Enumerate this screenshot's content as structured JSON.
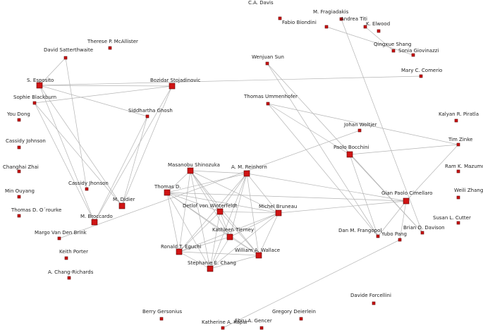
{
  "colors": {
    "node": "#d01414",
    "node_border": "#5a0000",
    "edge": "#b4b4b4",
    "label": "#222222",
    "background": "#ffffff"
  },
  "nodes": [
    {
      "id": "cad",
      "label": "C.A. Davis",
      "size": "s"
    },
    {
      "id": "mfr",
      "label": "M. Fragiadakis",
      "size": "s"
    },
    {
      "id": "fbi",
      "label": "Fabio Biondini",
      "size": "s"
    },
    {
      "id": "ati",
      "label": "Andrea Titi",
      "size": "s"
    },
    {
      "id": "kel",
      "label": "K. Elwood",
      "size": "s"
    },
    {
      "id": "qsh",
      "label": "Qingxue Shang",
      "size": "s"
    },
    {
      "id": "sgl",
      "label": "Sonia Giovinazzi",
      "size": "s"
    },
    {
      "id": "tmc",
      "label": "Therese P. McAllister",
      "size": "s"
    },
    {
      "id": "dsa",
      "label": "David Satterthwaite",
      "size": "s"
    },
    {
      "id": "wsu",
      "label": "Wenjuan Sun",
      "size": "s"
    },
    {
      "id": "mco",
      "label": "Mary C. Comerio",
      "size": "s"
    },
    {
      "id": "ses",
      "label": "S. Esposito",
      "size": "m"
    },
    {
      "id": "bst",
      "label": "Bozidar Stojadinovic",
      "size": "m"
    },
    {
      "id": "sbl",
      "label": "Sophie Blackburn",
      "size": "s"
    },
    {
      "id": "tum",
      "label": "Thomas Ummenhofer",
      "size": "s"
    },
    {
      "id": "ydo",
      "label": "You Dong",
      "size": "s"
    },
    {
      "id": "sgh",
      "label": "Siddhartha Ghosh",
      "size": "s"
    },
    {
      "id": "kpi",
      "label": "Kalyan R. Piratla",
      "size": "s"
    },
    {
      "id": "jwo",
      "label": "Johan Woltjer",
      "size": "s"
    },
    {
      "id": "cjo",
      "label": "Cassidy Johnson",
      "size": "s"
    },
    {
      "id": "tzi",
      "label": "Tim Zinke",
      "size": "s"
    },
    {
      "id": "pbo",
      "label": "Paolo Bocchini",
      "size": "m"
    },
    {
      "id": "rma",
      "label": "Ram K. Mazumder",
      "size": "s"
    },
    {
      "id": "msh",
      "label": "Masanobu Shinozuka",
      "size": "m"
    },
    {
      "id": "ame",
      "label": "A. M. Reinhorn",
      "size": "m"
    },
    {
      "id": "czh",
      "label": "Changhai Zhai",
      "size": "s"
    },
    {
      "id": "cjh",
      "label": "Cassidy Jhonson",
      "size": "s"
    },
    {
      "id": "wzh",
      "label": "Weili Zhang",
      "size": "s"
    },
    {
      "id": "myo",
      "label": "Min Ouyang",
      "size": "s"
    },
    {
      "id": "thd",
      "label": "Thomas D.",
      "size": "m"
    },
    {
      "id": "gpc",
      "label": "Gian Paolo Cimellaro",
      "size": "m"
    },
    {
      "id": "mdi",
      "label": "M. Didier",
      "size": "m"
    },
    {
      "id": "dvw",
      "label": "Detlof von Winterfeldt",
      "size": "m"
    },
    {
      "id": "tor",
      "label": "Thomas D. O´rourke",
      "size": "s"
    },
    {
      "id": "mbr",
      "label": "Michel Bruneau",
      "size": "m"
    },
    {
      "id": "mbo",
      "label": "M. Broccardo",
      "size": "m"
    },
    {
      "id": "slc",
      "label": "Susan L. Cutter",
      "size": "s"
    },
    {
      "id": "mvb",
      "label": "Margo Van Den Brink",
      "size": "s"
    },
    {
      "id": "kti",
      "label": "Kathleen Tierney",
      "size": "m"
    },
    {
      "id": "dmf",
      "label": "Dan M. Frangopol",
      "size": "s"
    },
    {
      "id": "bdd",
      "label": "Brian D. Davison",
      "size": "s"
    },
    {
      "id": "ypa",
      "label": "Yubo Pang",
      "size": "s"
    },
    {
      "id": "kpo",
      "label": "Keith Porter",
      "size": "s"
    },
    {
      "id": "reg",
      "label": "Ronald T. Eguchi",
      "size": "m"
    },
    {
      "id": "wwa",
      "label": "William A. Wallace",
      "size": "m"
    },
    {
      "id": "sch",
      "label": "Stephanie E. Chang",
      "size": "m"
    },
    {
      "id": "acr",
      "label": "A. Chang-Richards",
      "size": "s"
    },
    {
      "id": "dfo",
      "label": "Davide Forcellini",
      "size": "s"
    },
    {
      "id": "bge",
      "label": "Berry Gersonius",
      "size": "s"
    },
    {
      "id": "gde",
      "label": "Gregory Deierlein",
      "size": "s"
    },
    {
      "id": "kap",
      "label": "Katherine A. Kapur",
      "size": "s"
    },
    {
      "id": "cag",
      "label": "Ebru A. Gencer",
      "size": "s"
    }
  ],
  "edges": [
    [
      "fbi",
      "sgl"
    ],
    [
      "mfr",
      "bdd"
    ],
    [
      "ati",
      "qsh"
    ],
    [
      "wsu",
      "dmf"
    ],
    [
      "wsu",
      "bdd"
    ],
    [
      "ses",
      "mco"
    ],
    [
      "ses",
      "bst"
    ],
    [
      "ses",
      "sgh"
    ],
    [
      "ses",
      "mbo"
    ],
    [
      "ses",
      "mdi"
    ],
    [
      "ses",
      "dsa"
    ],
    [
      "sbl",
      "bst"
    ],
    [
      "sbl",
      "mbo"
    ],
    [
      "sbl",
      "mdi"
    ],
    [
      "dsa",
      "cjh"
    ],
    [
      "bst",
      "mbo"
    ],
    [
      "bst",
      "mdi"
    ],
    [
      "sgh",
      "mbo"
    ],
    [
      "sgh",
      "mdi"
    ],
    [
      "tum",
      "tzi"
    ],
    [
      "tum",
      "pbo"
    ],
    [
      "tum",
      "dmf"
    ],
    [
      "tzi",
      "pbo"
    ],
    [
      "tzi",
      "gpc"
    ],
    [
      "jwo",
      "mvb"
    ],
    [
      "pbo",
      "dmf"
    ],
    [
      "pbo",
      "bdd"
    ],
    [
      "msh",
      "ame"
    ],
    [
      "msh",
      "thd"
    ],
    [
      "msh",
      "dvw"
    ],
    [
      "msh",
      "mbr"
    ],
    [
      "msh",
      "kti"
    ],
    [
      "msh",
      "reg"
    ],
    [
      "msh",
      "wwa"
    ],
    [
      "msh",
      "sch"
    ],
    [
      "ame",
      "thd"
    ],
    [
      "ame",
      "dvw"
    ],
    [
      "ame",
      "mbr"
    ],
    [
      "ame",
      "kti"
    ],
    [
      "ame",
      "reg"
    ],
    [
      "ame",
      "wwa"
    ],
    [
      "ame",
      "sch"
    ],
    [
      "ame",
      "gpc"
    ],
    [
      "thd",
      "dvw"
    ],
    [
      "thd",
      "mbr"
    ],
    [
      "thd",
      "kti"
    ],
    [
      "thd",
      "reg"
    ],
    [
      "thd",
      "wwa"
    ],
    [
      "thd",
      "sch"
    ],
    [
      "thd",
      "gpc"
    ],
    [
      "dvw",
      "mbr"
    ],
    [
      "dvw",
      "kti"
    ],
    [
      "dvw",
      "reg"
    ],
    [
      "dvw",
      "wwa"
    ],
    [
      "dvw",
      "sch"
    ],
    [
      "mbr",
      "kti"
    ],
    [
      "mbr",
      "reg"
    ],
    [
      "mbr",
      "wwa"
    ],
    [
      "mbr",
      "sch"
    ],
    [
      "mbr",
      "gpc"
    ],
    [
      "kti",
      "reg"
    ],
    [
      "kti",
      "wwa"
    ],
    [
      "kti",
      "sch"
    ],
    [
      "reg",
      "wwa"
    ],
    [
      "reg",
      "sch"
    ],
    [
      "wwa",
      "sch"
    ],
    [
      "gpc",
      "dmf"
    ],
    [
      "gpc",
      "ypa"
    ],
    [
      "ypa",
      "kap"
    ]
  ]
}
